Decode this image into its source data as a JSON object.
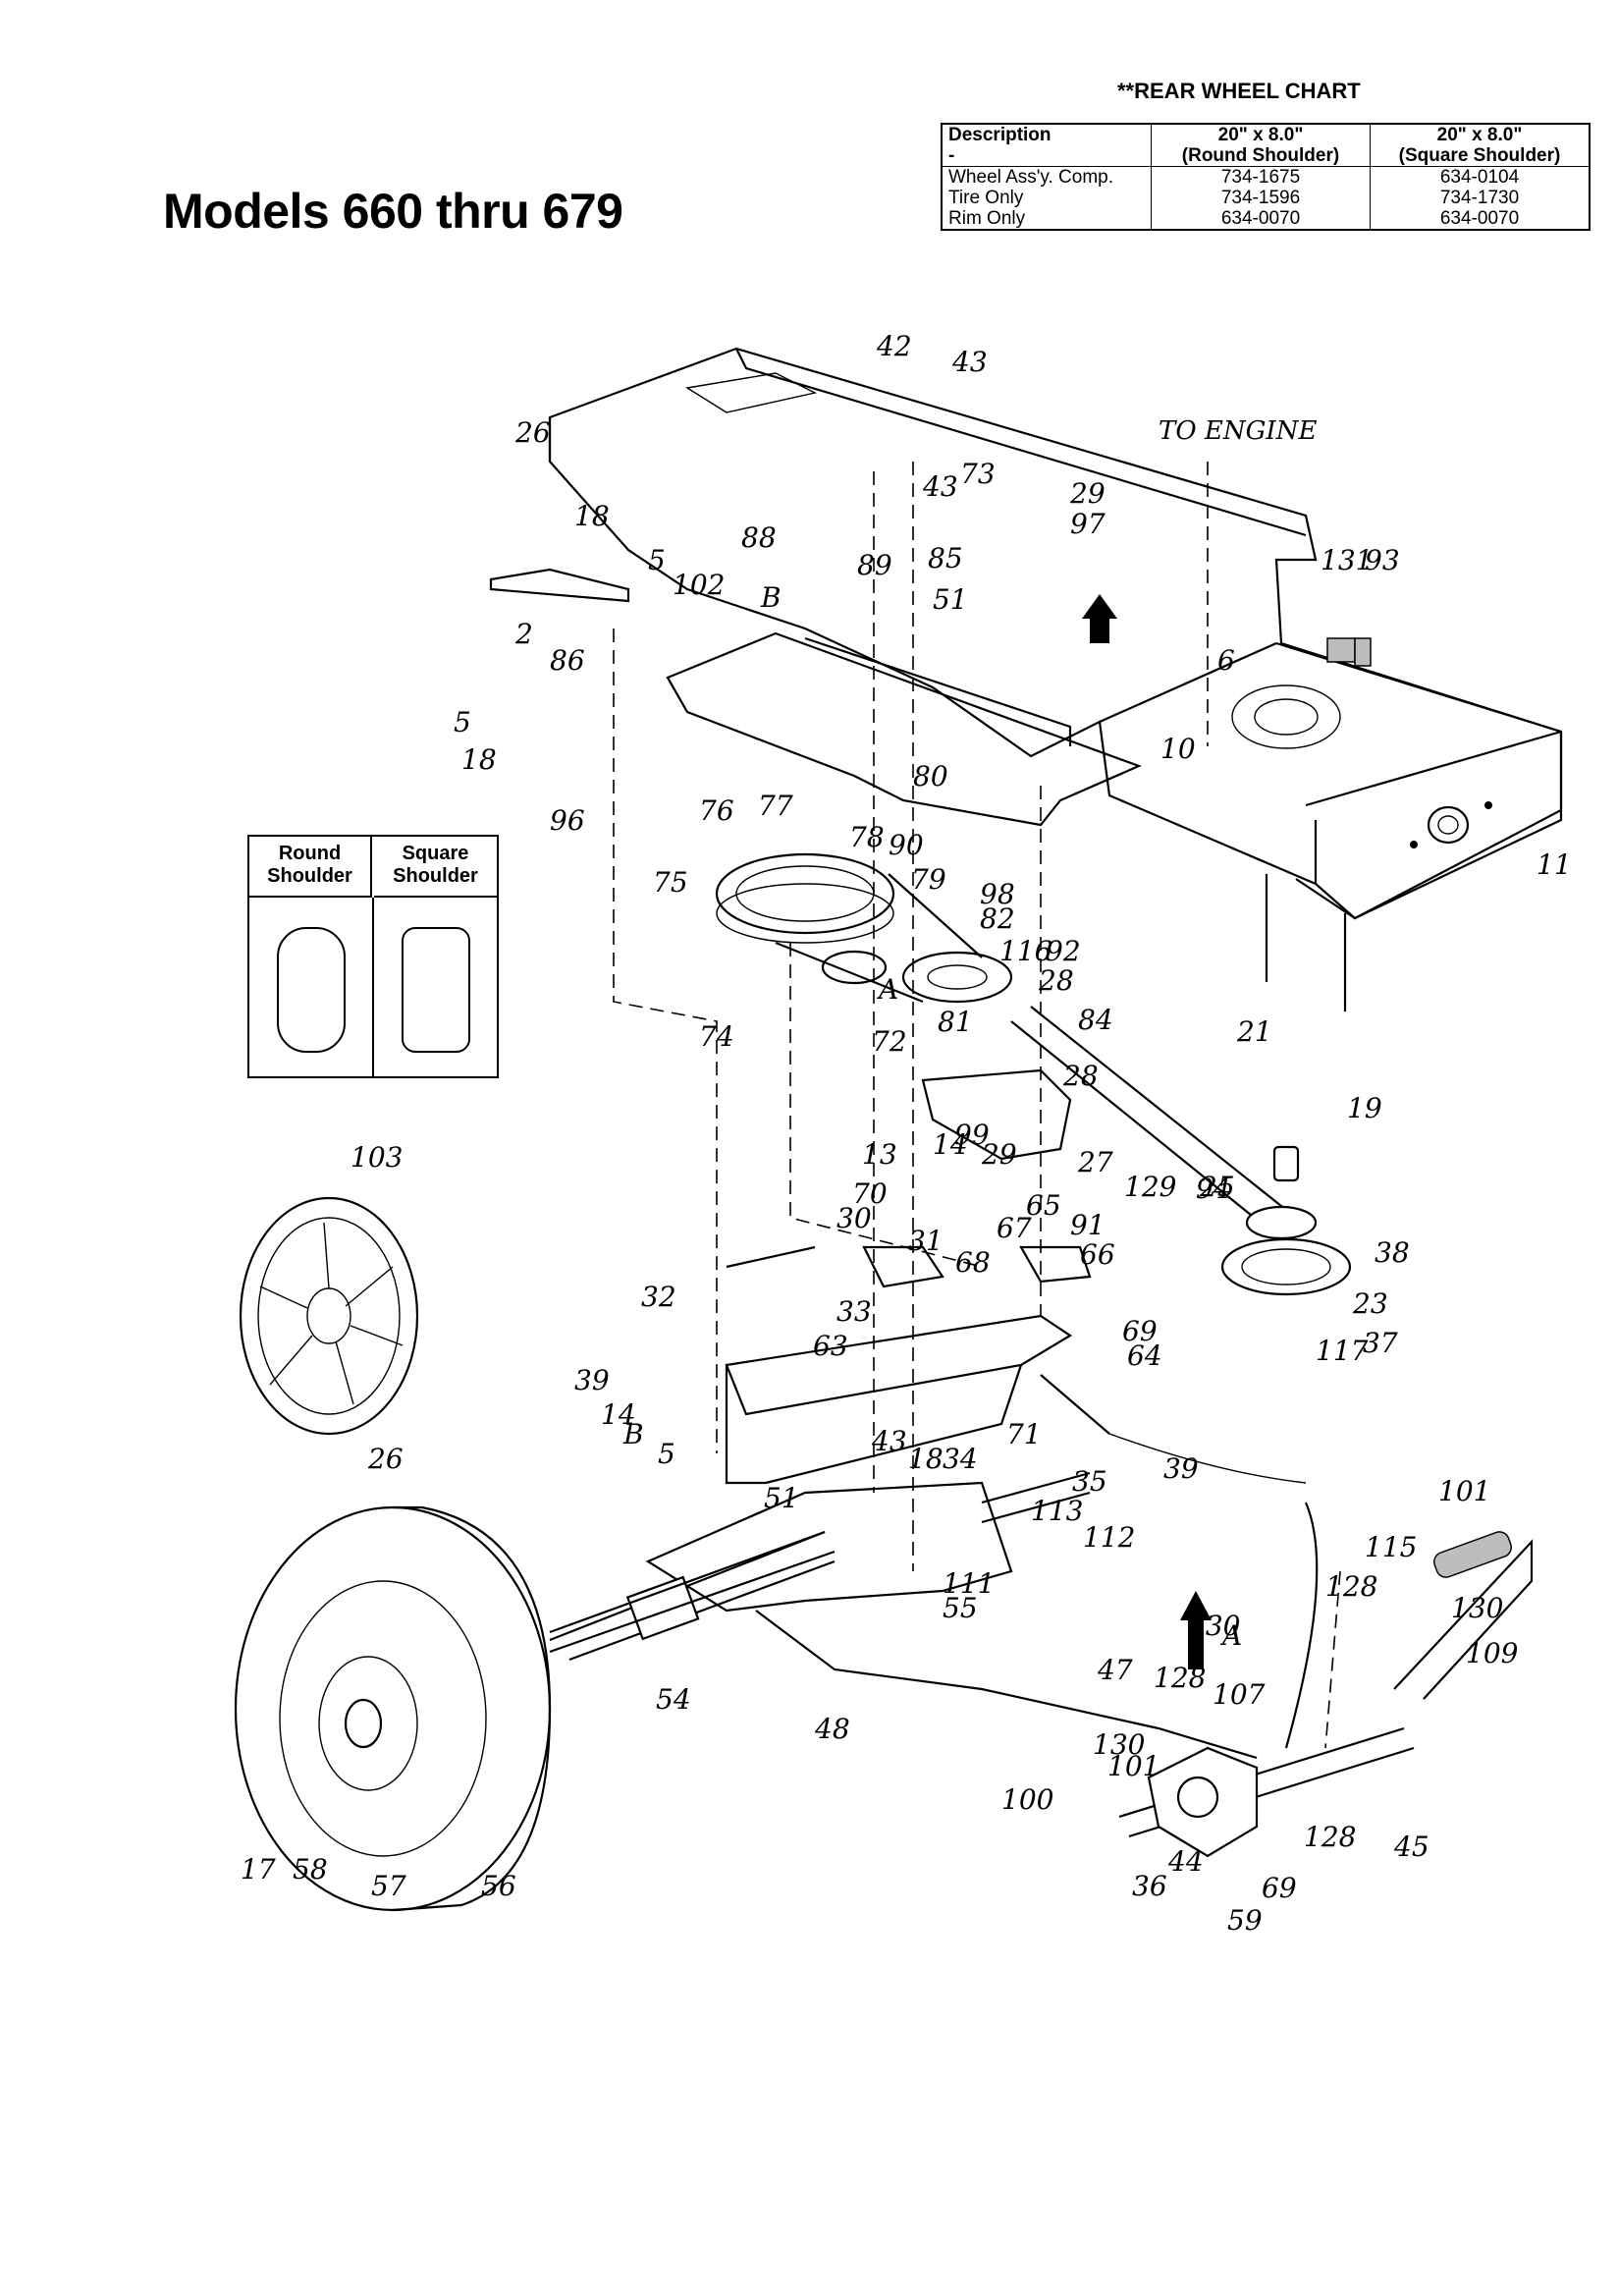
{
  "title": "Models 660 thru 679",
  "rear_wheel_chart": {
    "title": "**REAR WHEEL CHART",
    "headers": {
      "description": "Description",
      "description_sub": "-",
      "col1_size": "20\" x 8.0\"",
      "col1_type": "(Round Shoulder)",
      "col2_size": "20\" x 8.0\"",
      "col2_type": "(Square Shoulder)"
    },
    "rows": [
      {
        "label": "Wheel Ass'y. Comp.",
        "round": "734-1675",
        "square": "634-0104"
      },
      {
        "label": "Tire Only",
        "round": "734-1596",
        "square": "734-1730"
      },
      {
        "label": "Rim Only",
        "round": "634-0070",
        "square": "634-0070"
      }
    ]
  },
  "shoulder_key": {
    "round_label": "Round\nShoulder",
    "square_label": "Square\nShoulder"
  },
  "callouts": {
    "to_engine": "TO ENGINE",
    "labels": [
      "42",
      "43",
      "26",
      "18",
      "5",
      "102",
      "B",
      "2",
      "86",
      "5",
      "18",
      "96",
      "88",
      "89",
      "85",
      "73",
      "43",
      "29",
      "97",
      "51",
      "131",
      "93",
      "6",
      "10",
      "11",
      "80",
      "90",
      "98",
      "79",
      "82",
      "116",
      "92",
      "76",
      "77",
      "78",
      "75",
      "74",
      "A",
      "81",
      "72",
      "28",
      "84",
      "28",
      "99",
      "14",
      "13",
      "29",
      "27",
      "129",
      "25",
      "94",
      "65",
      "91",
      "19",
      "21",
      "38",
      "23",
      "37",
      "117",
      "103",
      "26",
      "70",
      "30",
      "31",
      "68",
      "67",
      "66",
      "32",
      "33",
      "63",
      "69",
      "64",
      "39",
      "14",
      "B",
      "5",
      "18",
      "43",
      "34",
      "71",
      "39",
      "51",
      "35",
      "113",
      "112",
      "111",
      "55",
      "54",
      "48",
      "101",
      "115",
      "128",
      "130",
      "109",
      "A",
      "130",
      "47",
      "128",
      "107",
      "130",
      "101",
      "100",
      "36",
      "44",
      "128",
      "45",
      "69",
      "59",
      "17",
      "58",
      "57",
      "56"
    ]
  }
}
